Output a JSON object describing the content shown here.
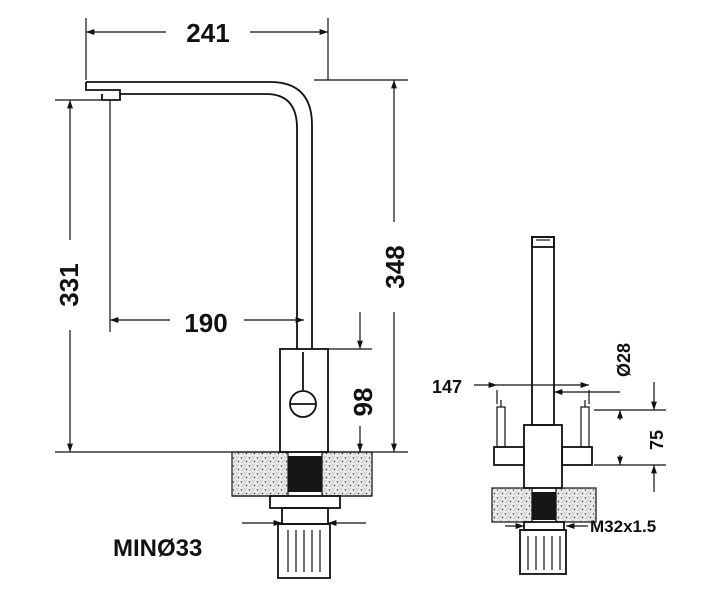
{
  "side_view": {
    "width_total": "241",
    "spout_height": "331",
    "total_height": "348",
    "reach": "190",
    "body_height": "98",
    "mounting_hole": "MINØ33"
  },
  "front_view": {
    "handle_span": "147",
    "body_diameter": "Ø28",
    "handle_height": "75",
    "thread": "M32x1.5"
  },
  "colors": {
    "ink": "#111111",
    "paper": "#ffffff",
    "granite": "#e6e6e6",
    "gasket": "#161616"
  }
}
